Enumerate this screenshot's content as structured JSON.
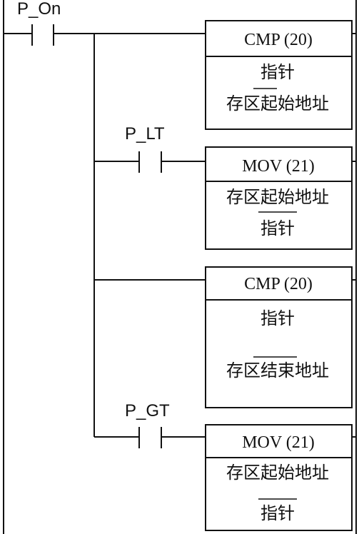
{
  "contacts": {
    "p_on": "P_On",
    "p_lt": "P_LT",
    "p_gt": "P_GT"
  },
  "blocks": [
    {
      "title": "CMP (20)",
      "line1": "指针",
      "line2": "存区起始地址"
    },
    {
      "title": "MOV (21)",
      "line1": "存区起始地址",
      "line2": "指针"
    },
    {
      "title": "CMP (20)",
      "line1": "指针",
      "line2": "存区结束地址"
    },
    {
      "title": "MOV (21)",
      "line1": "存区起始地址",
      "line2": "指针"
    }
  ]
}
